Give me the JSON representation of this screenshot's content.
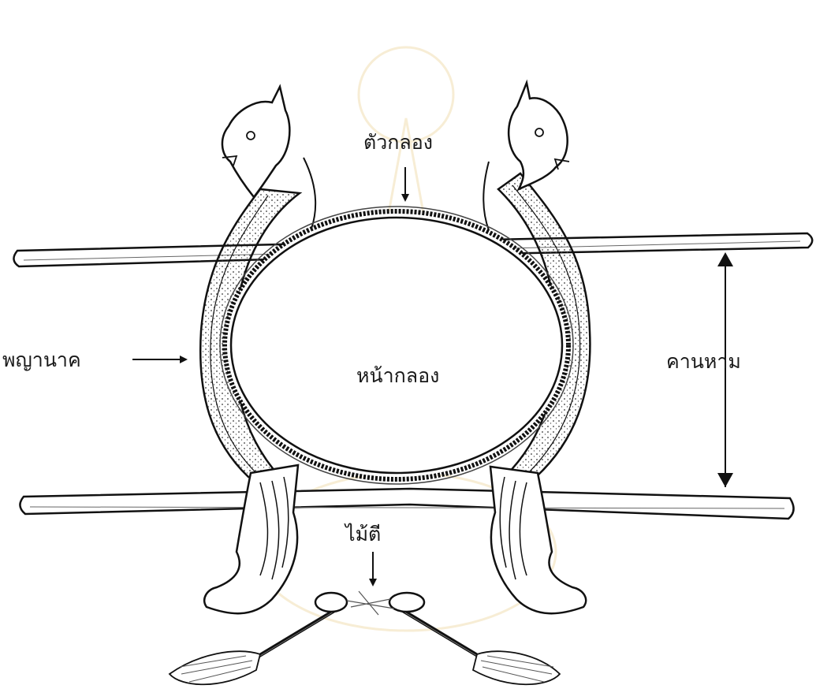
{
  "labels": {
    "drum_body": "ตัวกลอง",
    "drum_head": "หน้ากลอง",
    "naga": "พญานาค",
    "carrying_pole": "คานหาม",
    "drum_sticks": "ไม้ตี"
  },
  "colors": {
    "ink": "#1a1a1a",
    "background": "#ffffff",
    "watermark": "#f3e6c4"
  }
}
